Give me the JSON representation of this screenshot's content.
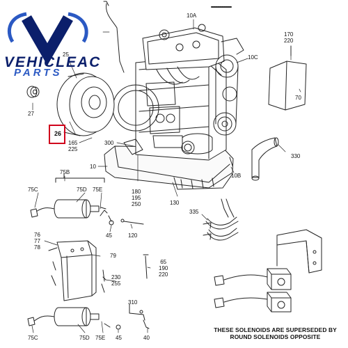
{
  "logo": {
    "line1": "VEHICLEAC",
    "line2": "PARTS",
    "color_dark": "#0b1f6b",
    "color_light": "#2b59c3"
  },
  "highlight_color": "#d0021b",
  "callouts": {
    "c25": "25",
    "c27": "27",
    "c26": "26",
    "c165": "165\n225",
    "c300": "300",
    "c10": "10",
    "c10a": "10A",
    "c10c": "10C",
    "c170": "170\n220",
    "c70": "70",
    "c330": "330",
    "c10b": "10B",
    "c180": "180\n195\n250",
    "c130": "130",
    "c75b": "75B",
    "c75c_top": "75C",
    "c75d_top": "75D",
    "c75e_top": "75E",
    "c45_top": "45",
    "c120": "120",
    "c76": "76\n77\n78",
    "c79": "79",
    "c230": "230\n255",
    "c65": "65\n190\n220",
    "c335": "335",
    "c310": "310",
    "c40": "40",
    "c75c_bot": "75C",
    "c75d_bot": "75D",
    "c75e_bot": "75E",
    "c45_bot": "45"
  },
  "note": "THESE SOLENOIDS ARE SUPERSEDED BY ROUND SOLENOIDS OPPOSITE"
}
